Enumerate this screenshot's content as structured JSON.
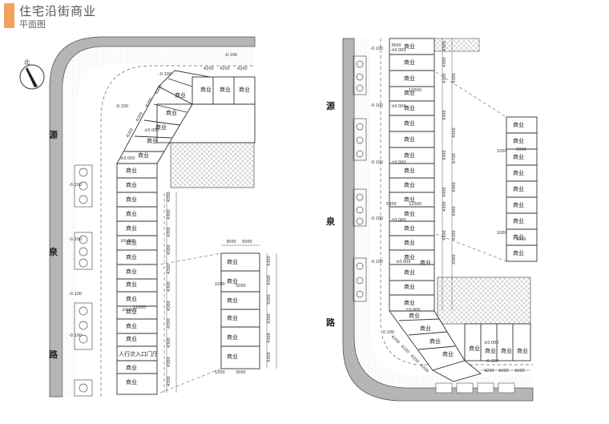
{
  "header": {
    "title": "住宅沿街商业",
    "subtitle": "平面图"
  },
  "north_symbol": "北",
  "road": {
    "left_chars": [
      "源",
      "泉",
      "路"
    ],
    "right_chars": [
      "源",
      "泉",
      "路"
    ]
  },
  "labels": {
    "shop": "商业",
    "entrance": "人行次入口门厅",
    "lvl_zero": "±0.000",
    "lvl_minus": "-0.100",
    "dim_4200": "4200",
    "dim_4300": "4300",
    "dim_3000": "3000",
    "dim_5000": "5000",
    "dim_1000": "1000",
    "dim_12000": "12000",
    "dim_8000": "8000",
    "dim_9000": "9000",
    "dim_3600": "3600",
    "dim_6700": "6700",
    "dim_5800": "5800",
    "dim_6000": "6000"
  },
  "colors": {
    "accent": "#f0a35c",
    "road": "#b5b5b5",
    "hatch": "#9a9a9a",
    "line": "#333333"
  }
}
